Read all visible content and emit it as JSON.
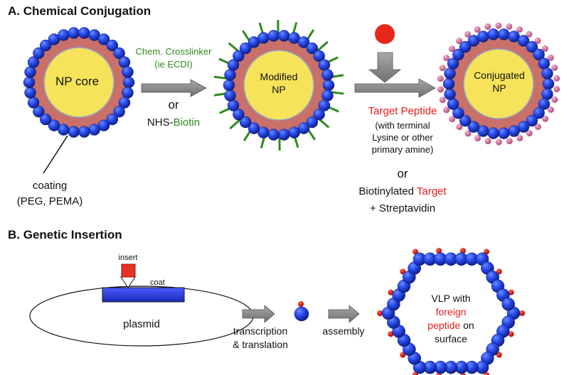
{
  "sections": {
    "a_title": "A. Chemical Conjugation",
    "b_title": "B. Genetic Insertion"
  },
  "panel_a": {
    "np_core_label": "NP core",
    "modified_np_label_1": "Modified",
    "modified_np_label_2": "NP",
    "conjugated_np_label_1": "Conjugated",
    "conjugated_np_label_2": "NP",
    "crosslinker_line1": "Chem. Crosslinker",
    "crosslinker_line2": "(ie ECDI)",
    "or_1": "or",
    "nhs_prefix": "NHS-",
    "nhs_biotin": "Biotin",
    "target_peptide": "Target Peptide",
    "target_note_1": "(with terminal",
    "target_note_2": "Lysine or other",
    "target_note_3": "primary amine)",
    "or_2": "or",
    "biotinylated_prefix": "Biotinylated ",
    "biotinylated_target": "Target",
    "streptavidin": "+ Streptavidin",
    "coating_line1": "coating",
    "coating_line2": "(PEG, PEMA)"
  },
  "panel_b": {
    "insert_label": "insert",
    "coat_label": "coat",
    "plasmid_label": "plasmid",
    "transcription_1": "transcription",
    "transcription_2": "& translation",
    "assembly": "assembly",
    "vlp_line1": "VLP with",
    "vlp_line2": "foreign",
    "vlp_line3_red": "peptide",
    "vlp_line3_rest": " on",
    "vlp_line4": "surface"
  },
  "colors": {
    "bead_blue": "#1f3fd6",
    "core_yellow": "#f6e35a",
    "coating_rose": "#c9706a",
    "crosslinker_green": "#2f8a1c",
    "target_red": "#e41c1c",
    "peptide_pink": "#d97aa8",
    "arrow_grey": "#8a8a8a",
    "insert_red": "#e63322"
  }
}
